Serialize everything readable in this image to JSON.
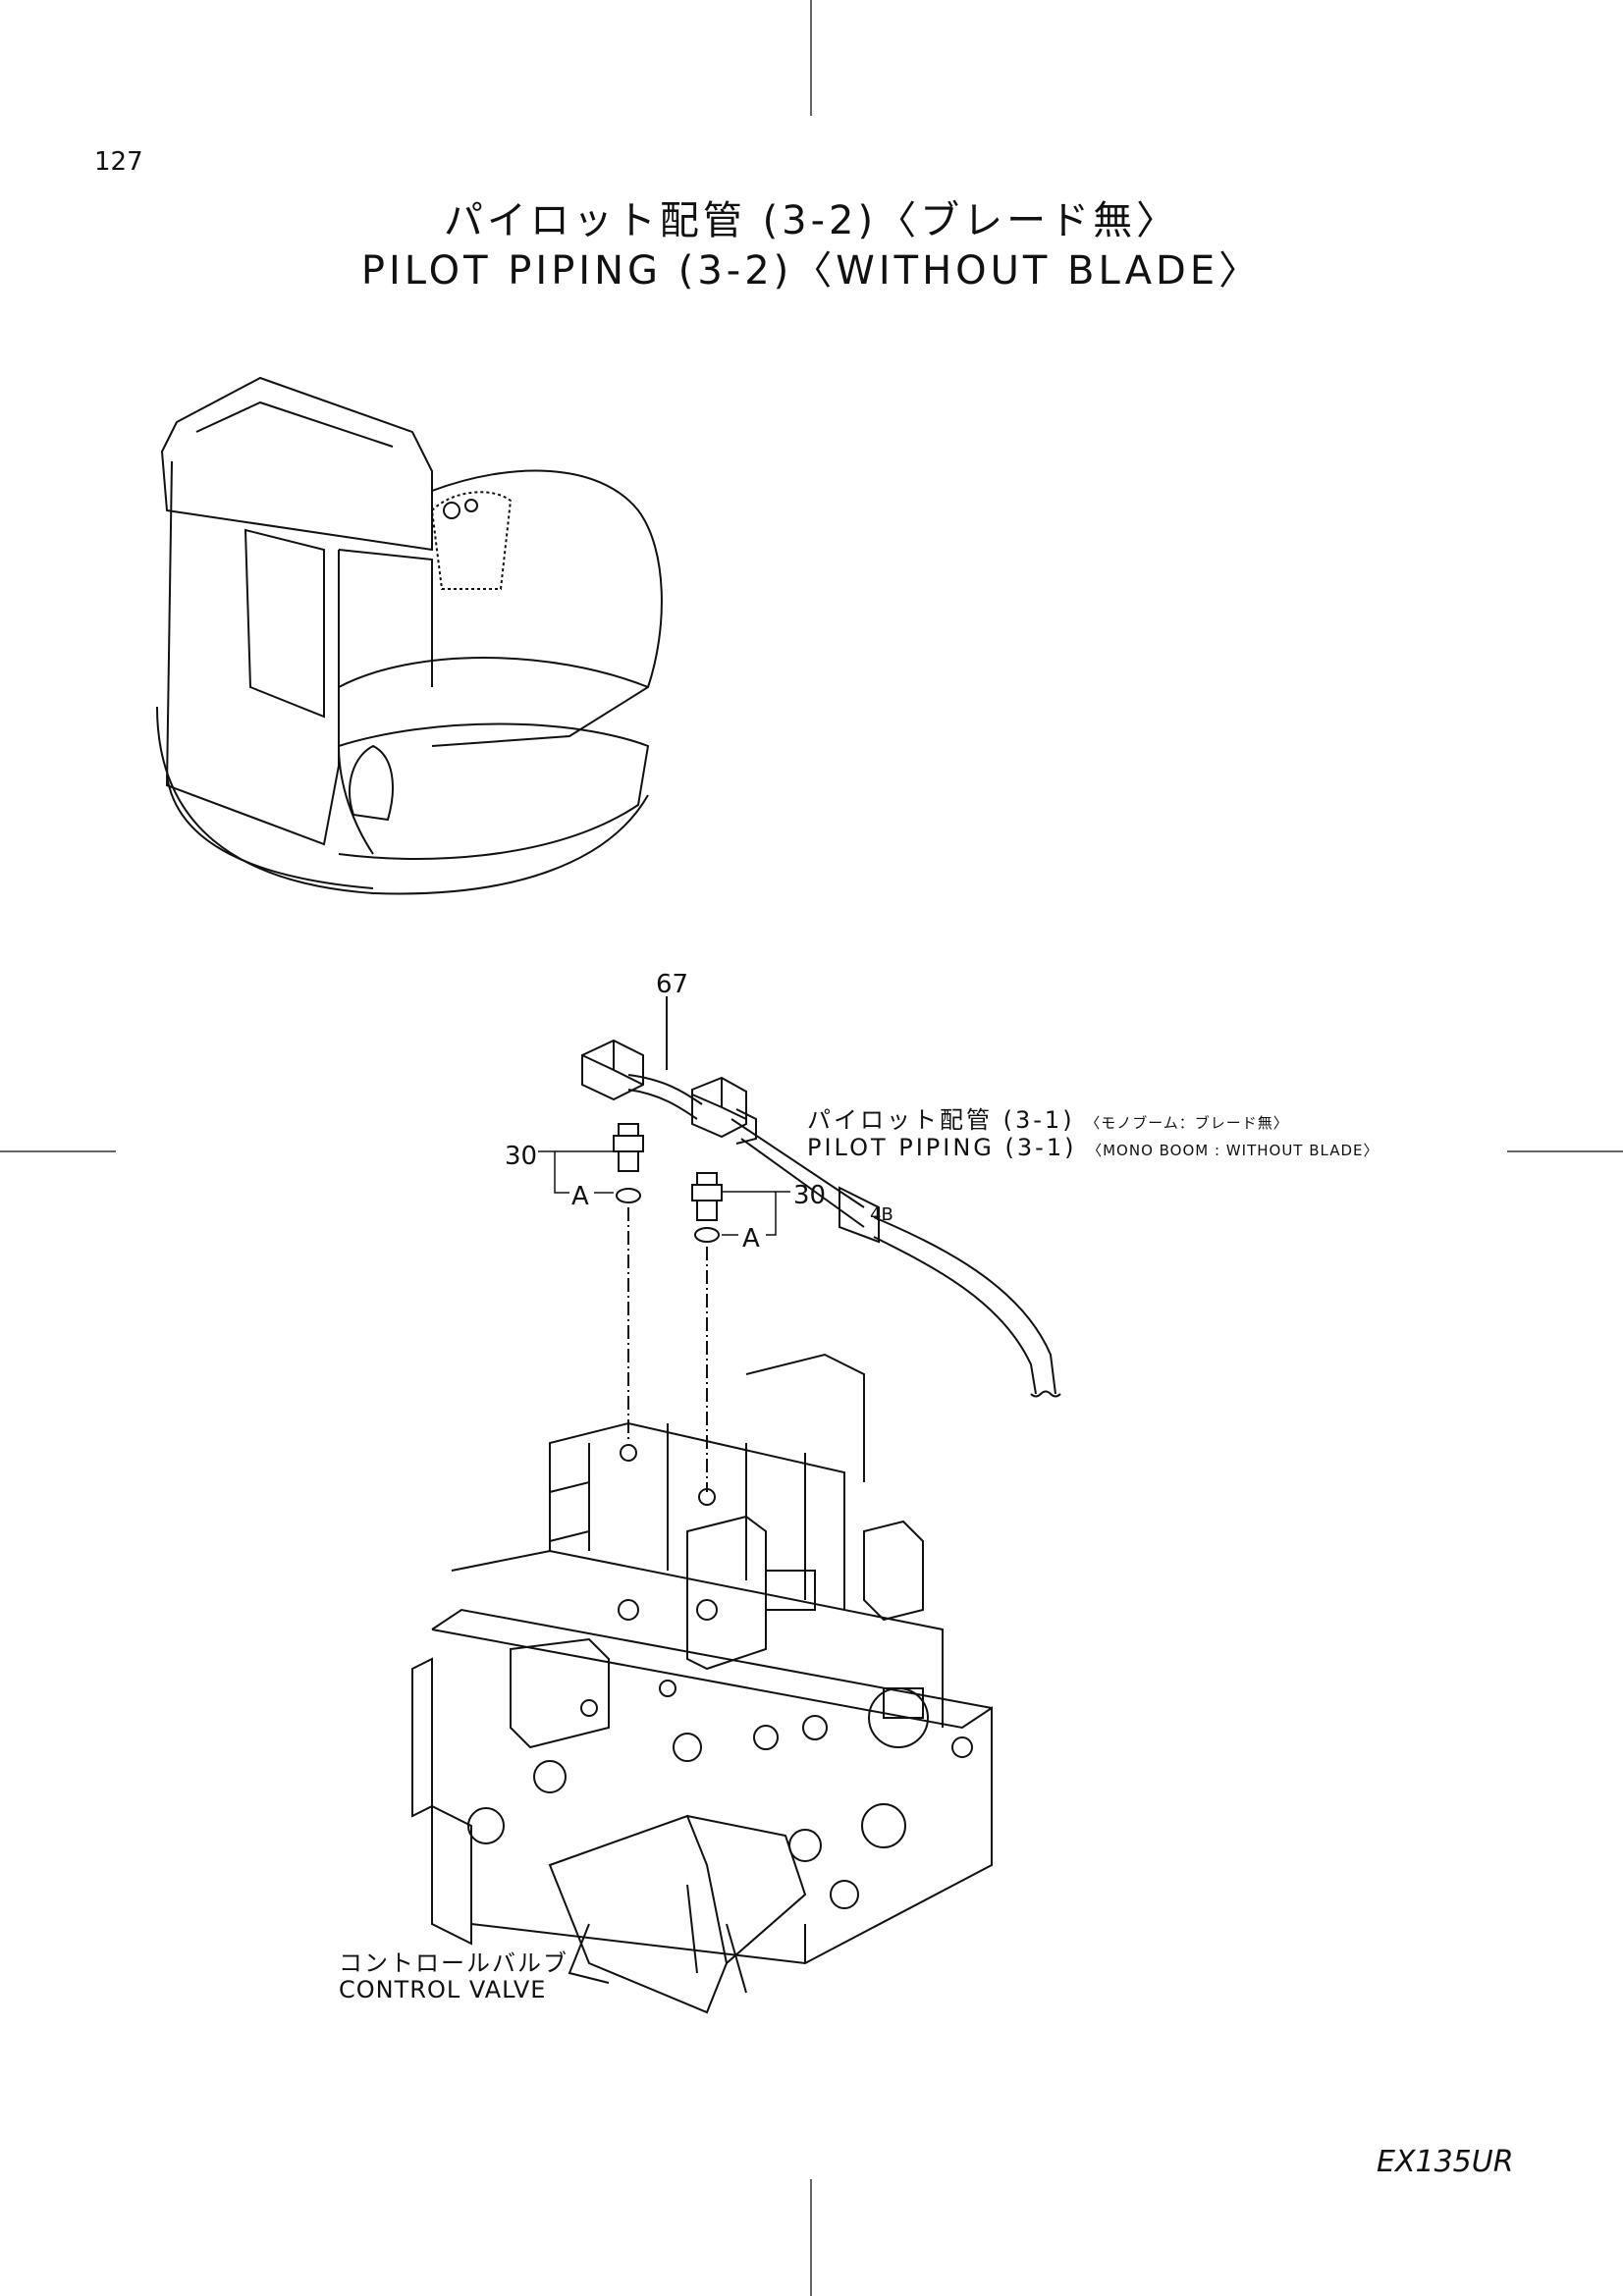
{
  "page_number": "127",
  "title": {
    "jp": "パイロット配管 (3-2)〈ブレード無〉",
    "en": "PILOT PIPING (3-2)〈WITHOUT BLADE〉"
  },
  "callouts": {
    "hose": "67",
    "adapter_left": "30",
    "adapter_right": "30",
    "oring_left": "A",
    "oring_right": "A",
    "port": "4B"
  },
  "reference": {
    "jp_main": "パイロット配管 (3-1)",
    "jp_sub": "〈モノブーム：ブレード無〉",
    "en_main": "PILOT PIPING (3-1)",
    "en_sub": "〈MONO BOOM : WITHOUT BLADE〉"
  },
  "control_valve": {
    "jp": "コントロールバルブ",
    "en": "CONTROL VALVE"
  },
  "model": "EX135UR"
}
